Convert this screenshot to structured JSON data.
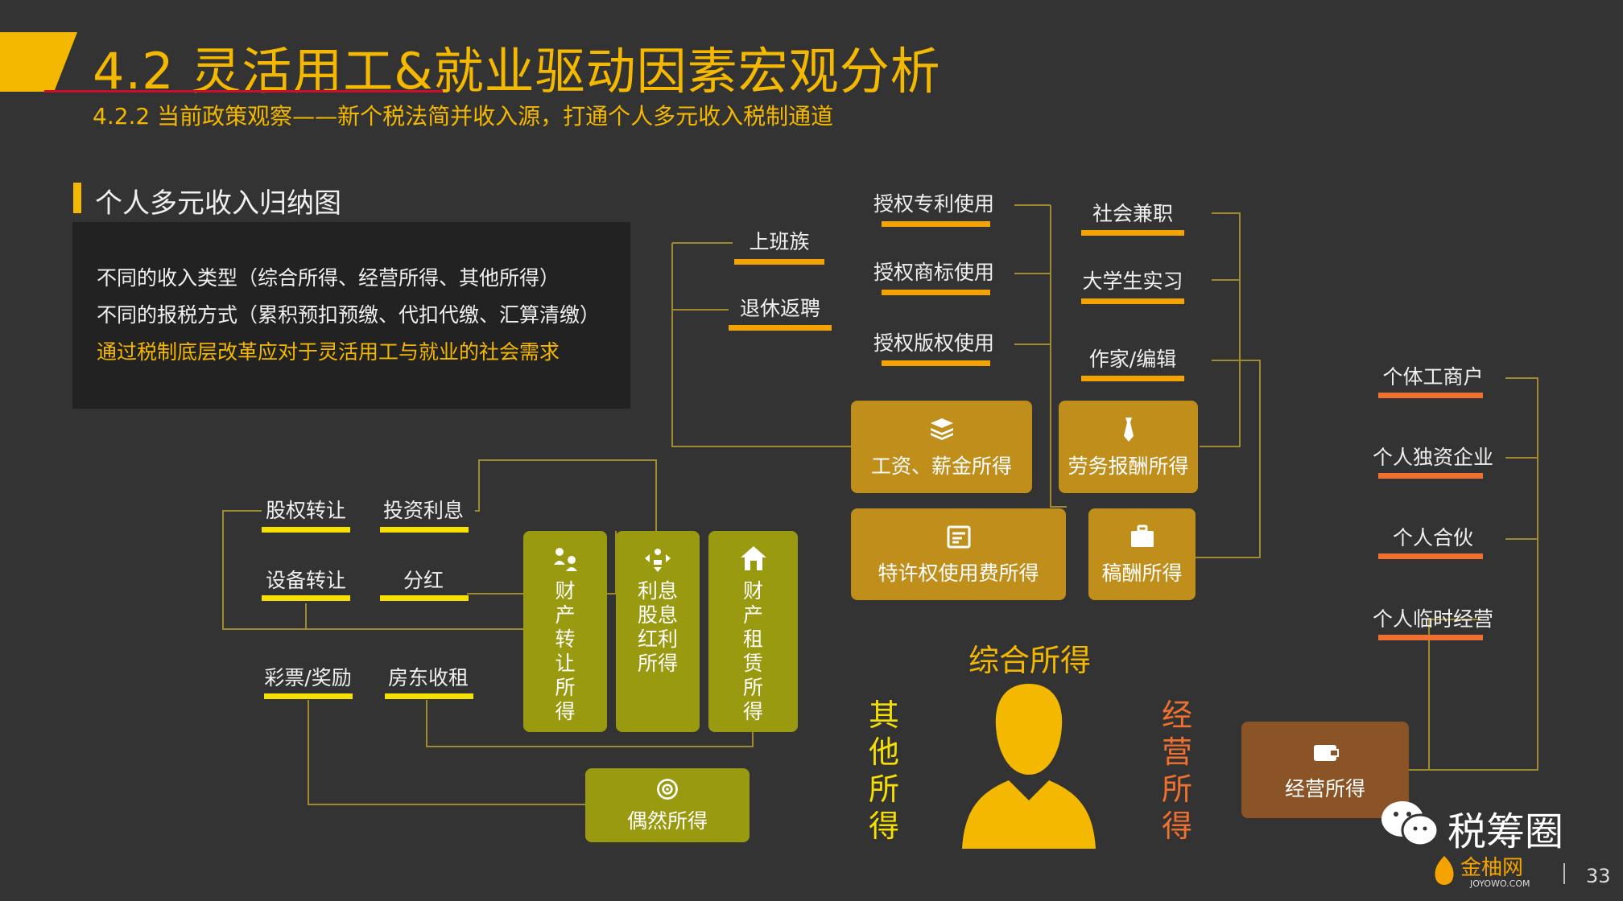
{
  "title": "4.2 灵活用工&就业驱动因素宏观分析",
  "subtitle": "4.2.2 当前政策观察——新个税法简并收入源，打通个人多元收入税制通道",
  "section_title": "个人多元收入归纳图",
  "intro_lines": [
    "不同的收入类型（综合所得、经营所得、其他所得）",
    "不同的报税方式（累积预扣预缴、代扣代缴、汇算清缴）",
    "通过税制底层改革应对于灵活用工与就业的社会需求"
  ],
  "center_labels": {
    "comprehensive": "综合所得",
    "other": "其他所得",
    "business": "经营所得"
  },
  "wage": {
    "label": "工资、薪金所得",
    "sources": [
      "上班族",
      "退休返聘"
    ]
  },
  "royalty": {
    "label": "特许权使用费所得",
    "sources": [
      "授权专利使用",
      "授权商标使用",
      "授权版权使用"
    ]
  },
  "labor": {
    "label": "劳务报酬所得",
    "sources": [
      "社会兼职",
      "大学生实习"
    ]
  },
  "manuscript": {
    "label": "稿酬所得",
    "sources": [
      "作家/编辑"
    ]
  },
  "property_transfer": {
    "label": "财产转让所得",
    "sources": [
      "股权转让",
      "设备转让"
    ]
  },
  "interest": {
    "label": "利息股息红利所得",
    "sources": [
      "投资利息",
      "分红"
    ]
  },
  "property_lease": {
    "label": "财产租赁所得",
    "sources": [
      "房东收租"
    ]
  },
  "incidental": {
    "label": "偶然所得",
    "sources": [
      "彩票/奖励"
    ]
  },
  "business": {
    "label": "经营所得",
    "sources": [
      "个体工商户",
      "个人独资企业",
      "个人合伙",
      "个人临时经营"
    ]
  },
  "logo_text": "税筹圈",
  "brand_text": "金柚网",
  "brand_sub": "JOYOWO.COM",
  "page_number": "33"
}
